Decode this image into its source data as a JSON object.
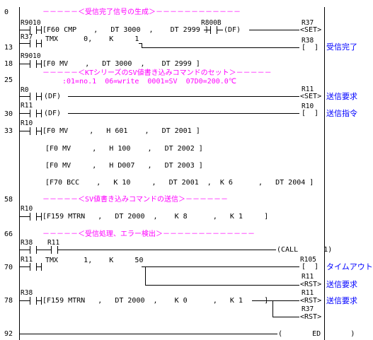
{
  "rungs": {
    "r0": {
      "step": "0",
      "comment": "－－－－－＜受信完了信号の生成＞－－－－－－－－－－－－",
      "c1": "R9010",
      "c2": "R37",
      "c3": "R800B",
      "inst1": "[F60 CMP    ,   DT 3000  ,    DT 2999 ]",
      "coil_set": "R37",
      "set_label": "<SET>",
      "tmx": "TMX      0,    K     1",
      "coil2": "R38",
      "coil2_sym": "[  ]",
      "side2": "受信完了",
      "step13": "13"
    },
    "r18": {
      "step": "18",
      "c1": "R9010",
      "inst": "[F0 MV    ,   DT 3000  ,    DT 2999 ]"
    },
    "r25": {
      "step": "25",
      "comment": "－－－－－＜KTシリーズのSV値書き込みコマンドのセット＞－－－－－",
      "comment2": ":01=no.1  06=write  0001=SV  07D0=200.0℃",
      "c1": "R0",
      "inst": "(DF)",
      "coil": "R11",
      "coil_sym": "<SET>",
      "side": "送信要求"
    },
    "r30": {
      "step": "30",
      "c1": "R11",
      "inst": "(DF)",
      "coil": "R10",
      "coil_sym": "[  ]",
      "side": "送信指令"
    },
    "r33": {
      "step": "33",
      "c1": "R10",
      "i1": "[F0 MV     ,   H 601    ,   DT 2001 ]",
      "i2": "[F0 MV     ,   H 100    ,   DT 2002 ]",
      "i3": "[F0 MV     ,   H D007   ,   DT 2003 ]",
      "i4": "[F70 BCC    ,   K 10     ,   DT 2001  ,  K 6      ,   DT 2004 ]"
    },
    "r58": {
      "step": "58",
      "comment": "－－－－－＜SV値書き込みコマンドの送信＞－－－－－－",
      "c1": "R10",
      "inst": "[F159 MTRN   ,   DT 2000  ,    K 8      ,   K 1     ]"
    },
    "r66": {
      "step": "66",
      "comment": "－－－－－＜受信処理、エラー検出＞－－－－－－－－－－－－－",
      "c1": "R38",
      "c2": "R11",
      "call": "(CALL      1)"
    },
    "r70": {
      "step": "70",
      "c1": "R11",
      "tmx": "TMX      1,    K     50",
      "coil1": "R105",
      "coil1_sym": "[  ]",
      "side1": "タイムアウト",
      "coil2": "R11",
      "coil2_sym": "<RST>",
      "side2": "送信要求"
    },
    "r78": {
      "step": "78",
      "c1": "R38",
      "inst": "[F159 MTRN   ,   DT 2000  ,    K 0      ,   K 1     ]",
      "coil1": "R11",
      "coil1_sym": "<RST>",
      "side1": "送信要求",
      "coil2": "R37",
      "coil2_sym": "<RST>"
    },
    "r92": {
      "step": "92",
      "end": "(       ED       )"
    }
  }
}
